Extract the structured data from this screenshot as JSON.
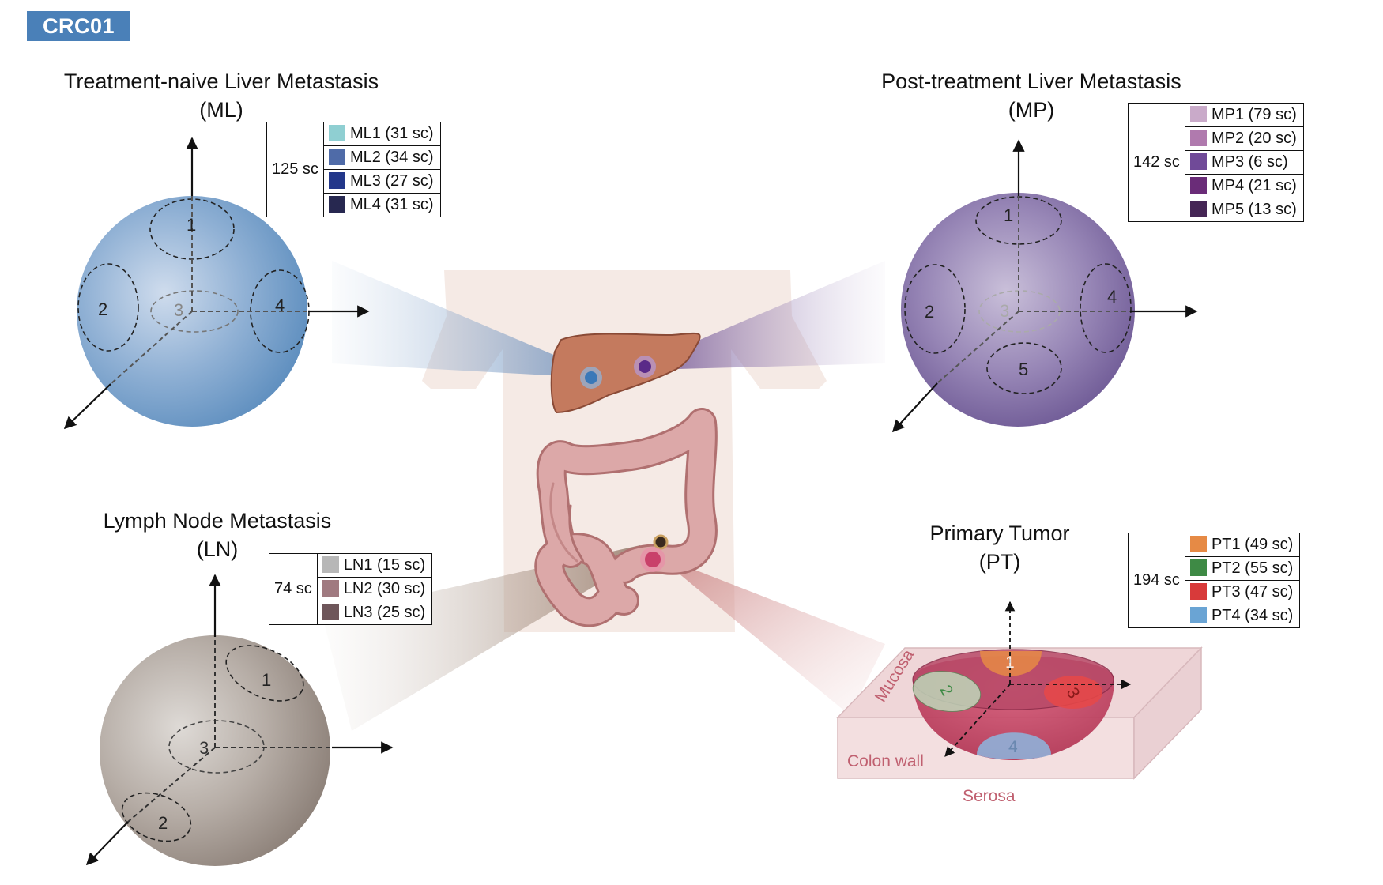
{
  "header": {
    "badge": "CRC01"
  },
  "colors": {
    "ml_sphere": "#5f8fbf",
    "mp_sphere": "#6f5a98",
    "ln_sphere": "#958a82",
    "liver": "#c47a5e",
    "colon": "#d8a2a2",
    "torso": "#f3e6e0",
    "tumor": "#c9406a"
  },
  "panels": {
    "ml": {
      "title": "Treatment-naive Liver Metastasis",
      "abbr": "(ML)",
      "total": "125 sc",
      "regions": [
        "1",
        "2",
        "3",
        "4"
      ],
      "legend": [
        {
          "label": "ML1 (31 sc)",
          "color": "#8fcfd2"
        },
        {
          "label": "ML2 (34 sc)",
          "color": "#4f6ba8"
        },
        {
          "label": "ML3 (27 sc)",
          "color": "#23378a"
        },
        {
          "label": "ML4 (31 sc)",
          "color": "#272850"
        }
      ]
    },
    "mp": {
      "title": "Post-treatment Liver Metastasis",
      "abbr": "(MP)",
      "total": "142 sc",
      "regions": [
        "1",
        "2",
        "3",
        "4",
        "5"
      ],
      "legend": [
        {
          "label": "MP1 (79 sc)",
          "color": "#c9aac9"
        },
        {
          "label": "MP2 (20 sc)",
          "color": "#b07aae"
        },
        {
          "label": "MP3 (6 sc)",
          "color": "#704a98"
        },
        {
          "label": "MP4 (21 sc)",
          "color": "#6a2c78"
        },
        {
          "label": "MP5 (13 sc)",
          "color": "#452555"
        }
      ]
    },
    "ln": {
      "title": "Lymph Node Metastasis",
      "abbr": "(LN)",
      "total": "74 sc",
      "regions": [
        "1",
        "2",
        "3"
      ],
      "legend": [
        {
          "label": "LN1 (15 sc)",
          "color": "#b7b7b7"
        },
        {
          "label": "LN2 (30 sc)",
          "color": "#a07a80"
        },
        {
          "label": "LN3 (25 sc)",
          "color": "#6e565a"
        }
      ]
    },
    "pt": {
      "title": "Primary Tumor",
      "abbr": "(PT)",
      "total": "194 sc",
      "regions": [
        "1",
        "2",
        "3",
        "4"
      ],
      "labels": {
        "mucosa": "Mucosa",
        "colon_wall": "Colon wall",
        "serosa": "Serosa"
      },
      "legend": [
        {
          "label": "PT1 (49 sc)",
          "color": "#e68a45"
        },
        {
          "label": "PT2 (55 sc)",
          "color": "#3e8a45"
        },
        {
          "label": "PT3 (47 sc)",
          "color": "#d83a3a"
        },
        {
          "label": "PT4 (34 sc)",
          "color": "#6aa4d4"
        }
      ]
    }
  }
}
